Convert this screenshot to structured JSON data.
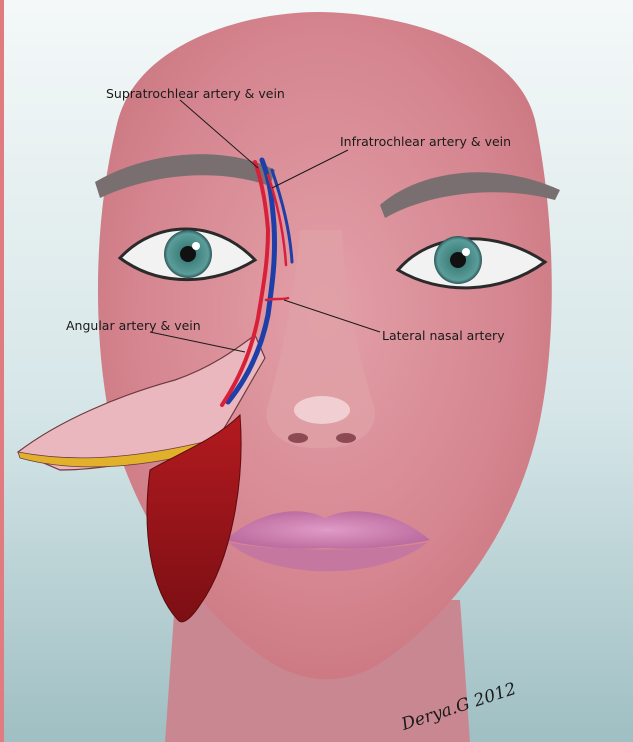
{
  "labels": {
    "supratrochlear": "Supratrochlear artery & vein",
    "infratrochlear": "Infratrochlear artery & vein",
    "angular": "Angular artery & vein",
    "lateral_nasal": "Lateral nasal artery"
  },
  "signature": "Derya.G 2012",
  "colors": {
    "artery": "#d8203a",
    "vein": "#1f3fa8",
    "skin": "#d98f97",
    "background": "#cfe1e4",
    "muscle": "#a8171c",
    "flap_fat": "#e2b12c"
  }
}
